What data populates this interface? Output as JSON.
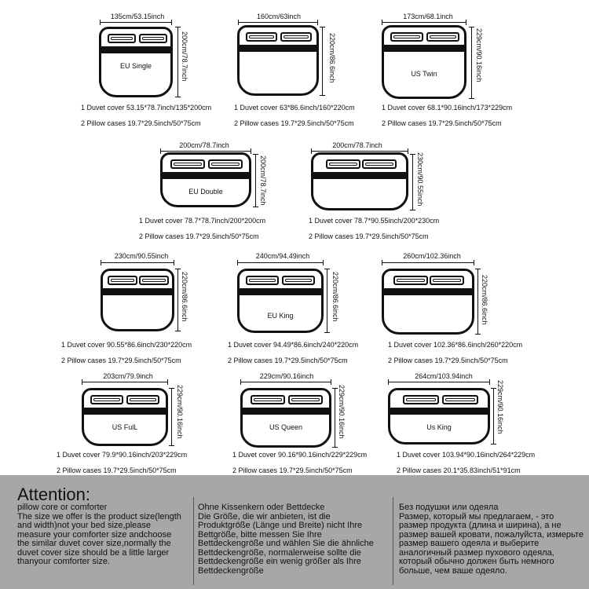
{
  "beds": [
    {
      "id": "eu-single",
      "width_label": "135cm/53.15inch",
      "height_label": "200cm/78.7inch",
      "name": "EU Single",
      "spec_duvet": "1 Duvet cover 53.15*78.7inch/135*200cm",
      "spec_pillow": "2 Pillow cases 19.7*29.5inch/50*75cm"
    },
    {
      "id": "bed-160",
      "width_label": "160cm/63inch",
      "height_label": "220cm/86.6inch",
      "name": "",
      "spec_duvet": "1 Duvet cover 63*86.6inch/160*220cm",
      "spec_pillow": "2 Pillow cases 19.7*29.5inch/50*75cm"
    },
    {
      "id": "us-twin",
      "width_label": "173cm/68.1inch",
      "height_label": "229cm/90.16inch",
      "name": "US Twin",
      "spec_duvet": "1 Duvet cover 68.1*90.16inch/173*229cm",
      "spec_pillow": "2 Pillow cases 19.7*29.5inch/50*75cm"
    },
    {
      "id": "eu-double",
      "width_label": "200cm/78.7inch",
      "height_label": "200cm/78.7inch",
      "name": "EU Double",
      "spec_duvet": "1 Duvet cover 78.7*78.7inch/200*200cm",
      "spec_pillow": "2 Pillow cases 19.7*29.5inch/50*75cm"
    },
    {
      "id": "bed-200-230",
      "width_label": "200cm/78.7inch",
      "height_label": "230cm/90.55inch",
      "name": "",
      "spec_duvet": "1 Duvet cover 78.7*90.55inch/200*230cm",
      "spec_pillow": "2 Pillow cases 19.7*29.5inch/50*75cm"
    },
    {
      "id": "bed-230",
      "width_label": "230cm/90.55inch",
      "height_label": "220cm/86.6inch",
      "name": "",
      "spec_duvet": "1 Duvet cover 90.55*86.6inch/230*220cm",
      "spec_pillow": "2 Pillow cases 19.7*29.5inch/50*75cm"
    },
    {
      "id": "eu-king",
      "width_label": "240cm/94.49inch",
      "height_label": "220cm/86.6inch",
      "name": "EU King",
      "spec_duvet": "1 Duvet cover 94.49*86.6inch/240*220cm",
      "spec_pillow": "2 Pillow cases 19.7*29.5inch/50*75cm"
    },
    {
      "id": "bed-260",
      "width_label": "260cm/102.36inch",
      "height_label": "220cm/86.6inch",
      "name": "",
      "spec_duvet": "1 Duvet cover 102.36*86.6inch/260*220cm",
      "spec_pillow": "2 Pillow cases 19.7*29.5inch/50*75cm"
    },
    {
      "id": "us-full",
      "width_label": "203cm/79.9inch",
      "height_label": "229cm/90.16inch",
      "name": "US FulL",
      "spec_duvet": "1 Duvet cover 79.9*90.16inch/203*229cm",
      "spec_pillow": "2 Pillow cases 19.7*29.5inch/50*75cm"
    },
    {
      "id": "us-queen",
      "width_label": "229cm/90.16inch",
      "height_label": "229cm/90.16inch",
      "name": "US Queen",
      "spec_duvet": "1 Duvet cover 90.16*90.16inch/229*229cm",
      "spec_pillow": "2 Pillow cases 19.7*29.5inch/50*75cm"
    },
    {
      "id": "us-king",
      "width_label": "264cm/103.94inch",
      "height_label": "229cm/90.16inch",
      "name": "Us King",
      "spec_duvet": "1 Duvet cover 103.94*90.16inch/264*229cm",
      "spec_pillow": "2 Pillow cases 20.1*35.83inch/51*91cm"
    }
  ],
  "attention": {
    "title": "Attention:",
    "english": "pillow core or comforter\nThe size we offer is the product size(length and width)not your bed size,please measure your comforter size andchoose the similar duvet cover size,normally the duvet cover size should be a little larger thanyour comforter size.",
    "german": "Ohne Kissenkern oder Bettdecke\nDie Größe, die wir anbieten, ist die Produktgröße (Länge und Breite) nicht Ihre Bettgröße, bitte messen Sie Ihre Bettdeckengröße und wählen Sie die ähnliche Bettdeckengröße, normalerweise sollte die Bettdeckengröße ein wenig größer als Ihre Bettdeckengröße",
    "russian": "Без подушки или одеяла\nРазмер, который мы предлагаем, - это размер продукта (длина и ширина), а не размер вашей кровати, пожалуйста, измерьте размер вашего одеяла и выберите аналогичный размер пухового одеяла, который обычно должен быть немного больше, чем ваше одеяло."
  },
  "colors": {
    "panel": "#a7a7a7",
    "ink": "#111111"
  }
}
